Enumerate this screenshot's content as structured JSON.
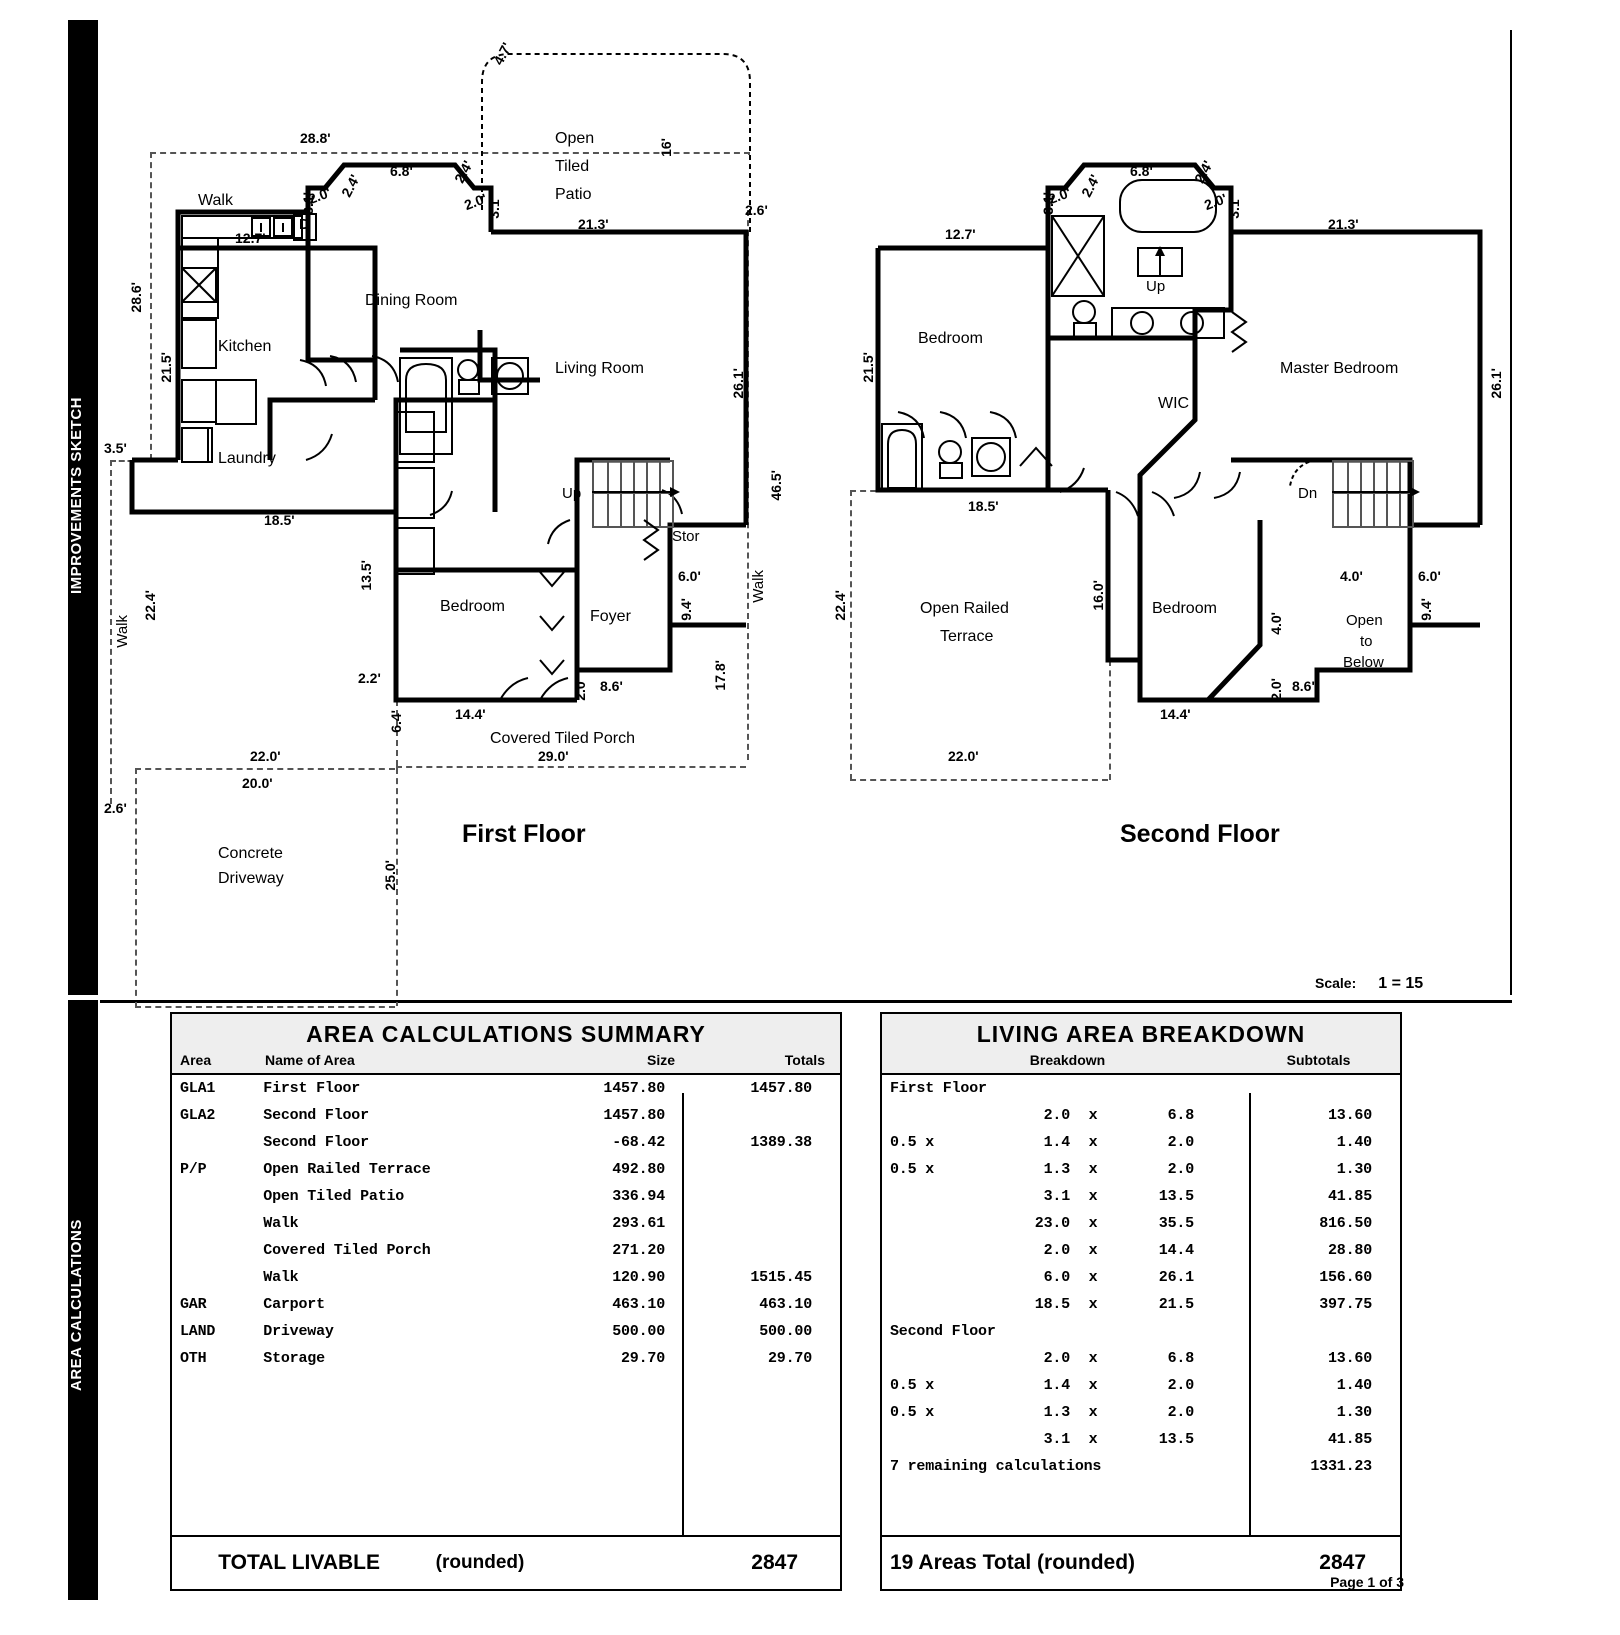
{
  "sidebar": {
    "sketch_label": "IMPROVEMENTS SKETCH",
    "calcs_label": "AREA CALCULATIONS"
  },
  "footer": {
    "page": "Page 1 of 3"
  },
  "scale": {
    "label": "Scale:",
    "value": "1 = 15"
  },
  "first_floor": {
    "title": "First Floor",
    "rooms": [
      {
        "name": "Walk"
      },
      {
        "name": "Kitchen"
      },
      {
        "name": "Dining Room"
      },
      {
        "name": "Living Room"
      },
      {
        "name": "Open Tiled Patio"
      },
      {
        "name": "Laundry"
      },
      {
        "name": "Bedroom"
      },
      {
        "name": "Foyer"
      },
      {
        "name": "Stor"
      },
      {
        "name": "Covered Tiled Porch"
      },
      {
        "name": "Concrete Driveway"
      }
    ],
    "labels": {
      "walk_top": "Walk",
      "walk_left": "Walk",
      "walk_right": "Walk",
      "kitchen": "Kitchen",
      "dining": "Dining Room",
      "living": "Living Room",
      "patio_l1": "Open",
      "patio_l2": "Tiled",
      "patio_l3": "Patio",
      "laundry": "Laundry",
      "bedroom": "Bedroom",
      "foyer": "Foyer",
      "stor": "Stor",
      "up": "Up",
      "porch": "Covered Tiled Porch",
      "driveway_l1": "Concrete",
      "driveway_l2": "Driveway",
      "door_d": "D"
    },
    "dims": {
      "top_28_8": "28.8'",
      "top_12_7": "12.7'",
      "top_6_8": "6.8'",
      "top_2_0a": "2.0'",
      "top_2_4a": "2.4'",
      "top_3_1a": "3.1'",
      "top_2_4b": "2.4'",
      "top_2_0b": "2.0'",
      "top_3_1b": "3.1'",
      "patio_4_7": "4.7'",
      "patio_16": "16'",
      "patio_21_3": "21.3'",
      "right_2_6": "2.6'",
      "right_26_1": "26.1'",
      "right_46_5": "46.5'",
      "right_17_8": "17.8'",
      "right_9_4": "9.4'",
      "right_6_0": "6.0'",
      "left_28_6": "28.6'",
      "left_21_5": "21.5'",
      "left_3_5": "3.5'",
      "left_22_4": "22.4'",
      "left_2_6": "2.6'",
      "mid_18_5": "18.5'",
      "mid_13_5": "13.5'",
      "mid_2_2": "2.2'",
      "mid_14_4": "14.4'",
      "mid_2_0": "2.0'",
      "mid_8_6": "8.6'",
      "mid_6_4": "6.4'",
      "bot_22_0": "22.0'",
      "bot_20_0": "20.0'",
      "bot_29_0": "29.0'",
      "bot_25_0": "25.0'"
    }
  },
  "second_floor": {
    "title": "Second Floor",
    "rooms": [
      {
        "name": "Bedroom"
      },
      {
        "name": "WIC"
      },
      {
        "name": "Master Bedroom"
      },
      {
        "name": "Open Railed Terrace"
      },
      {
        "name": "Bedroom"
      },
      {
        "name": "Open to Below"
      }
    ],
    "labels": {
      "bedroom1": "Bedroom",
      "wic": "WIC",
      "master": "Master Bedroom",
      "terrace_l1": "Open Railed",
      "terrace_l2": "Terrace",
      "bedroom2": "Bedroom",
      "open_l1": "Open",
      "open_l2": "to",
      "open_l3": "Below",
      "up": "Up",
      "dn": "Dn"
    },
    "dims": {
      "top_12_7": "12.7'",
      "top_6_8": "6.8'",
      "top_2_0a": "2.0'",
      "top_2_4a": "2.4'",
      "top_3_1a": "3.1'",
      "top_2_4b": "2.4'",
      "top_2_0b": "2.0'",
      "top_3_1b": "3.1'",
      "top_21_3": "21.3'",
      "left_21_5": "21.5'",
      "left_22_4": "22.4'",
      "right_26_1": "26.1'",
      "right_9_4": "9.4'",
      "right_6_0": "6.0'",
      "mid_18_5": "18.5'",
      "mid_16_0": "16.0'",
      "mid_14_4": "14.4'",
      "mid_4_0a": "4.0'",
      "mid_4_0b": "4.0'",
      "mid_2_0": "2.0'",
      "mid_8_6": "8.6'",
      "bot_22_0": "22.0'"
    }
  },
  "area_summary": {
    "title": "AREA CALCULATIONS SUMMARY",
    "columns": [
      "Area",
      "Name of Area",
      "Size",
      "Totals"
    ],
    "rows": [
      {
        "area": "GLA1",
        "name": "First Floor",
        "size": "1457.80",
        "total": "1457.80"
      },
      {
        "area": "GLA2",
        "name": "Second Floor",
        "size": "1457.80",
        "total": ""
      },
      {
        "area": "",
        "name": "Second Floor",
        "size": "-68.42",
        "total": "1389.38"
      },
      {
        "area": "P/P",
        "name": "Open Railed Terrace",
        "size": "492.80",
        "total": ""
      },
      {
        "area": "",
        "name": "Open Tiled Patio",
        "size": "336.94",
        "total": ""
      },
      {
        "area": "",
        "name": "Walk",
        "size": "293.61",
        "total": ""
      },
      {
        "area": "",
        "name": "Covered Tiled Porch",
        "size": "271.20",
        "total": ""
      },
      {
        "area": "",
        "name": "Walk",
        "size": "120.90",
        "total": "1515.45"
      },
      {
        "area": "GAR",
        "name": "Carport",
        "size": "463.10",
        "total": "463.10"
      },
      {
        "area": "LAND",
        "name": "Driveway",
        "size": "500.00",
        "total": "500.00"
      },
      {
        "area": "OTH",
        "name": "Storage",
        "size": "29.70",
        "total": "29.70"
      }
    ],
    "total_label": "TOTAL LIVABLE",
    "total_note": "(rounded)",
    "total_value": "2847"
  },
  "living_breakdown": {
    "title": "LIVING AREA BREAKDOWN",
    "columns": [
      "Breakdown",
      "Subtotals"
    ],
    "sections": [
      {
        "heading": "First Floor",
        "rows": [
          {
            "factor": "",
            "a": "2.0",
            "b": "6.8",
            "sub": "13.60"
          },
          {
            "factor": "0.5 x",
            "a": "1.4",
            "b": "2.0",
            "sub": "1.40"
          },
          {
            "factor": "0.5 x",
            "a": "1.3",
            "b": "2.0",
            "sub": "1.30"
          },
          {
            "factor": "",
            "a": "3.1",
            "b": "13.5",
            "sub": "41.85"
          },
          {
            "factor": "",
            "a": "23.0",
            "b": "35.5",
            "sub": "816.50"
          },
          {
            "factor": "",
            "a": "2.0",
            "b": "14.4",
            "sub": "28.80"
          },
          {
            "factor": "",
            "a": "6.0",
            "b": "26.1",
            "sub": "156.60"
          },
          {
            "factor": "",
            "a": "18.5",
            "b": "21.5",
            "sub": "397.75"
          }
        ]
      },
      {
        "heading": "Second Floor",
        "rows": [
          {
            "factor": "",
            "a": "2.0",
            "b": "6.8",
            "sub": "13.60"
          },
          {
            "factor": "0.5 x",
            "a": "1.4",
            "b": "2.0",
            "sub": "1.40"
          },
          {
            "factor": "0.5 x",
            "a": "1.3",
            "b": "2.0",
            "sub": "1.30"
          },
          {
            "factor": "",
            "a": "3.1",
            "b": "13.5",
            "sub": "41.85"
          }
        ]
      }
    ],
    "remaining_label": "7 remaining calculations",
    "remaining_value": "1331.23",
    "total_label": "19 Areas Total (rounded)",
    "total_value": "2847"
  }
}
